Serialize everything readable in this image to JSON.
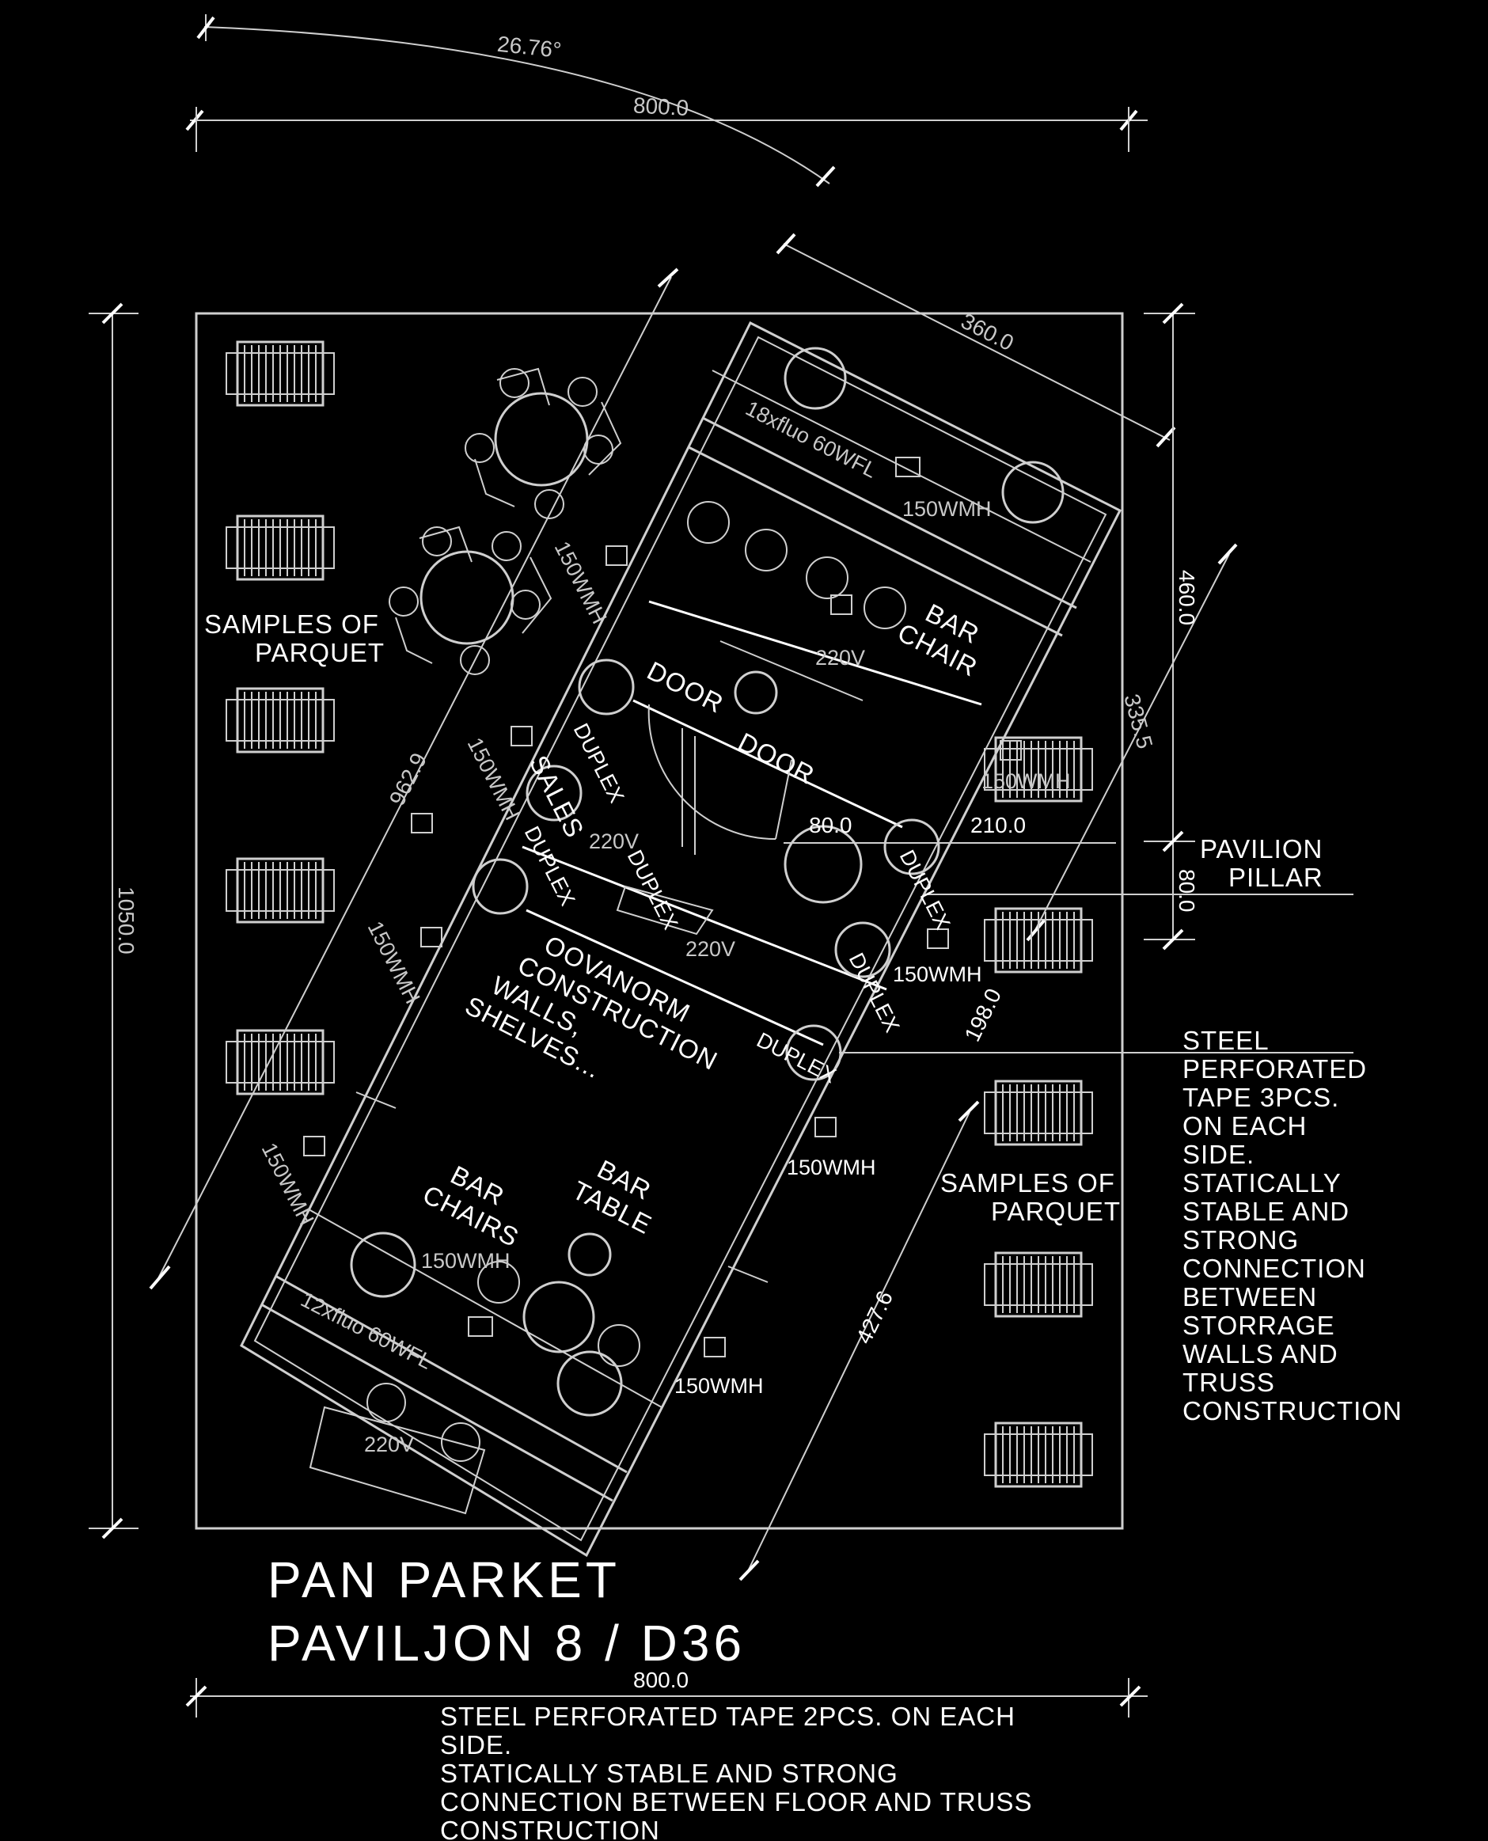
{
  "dimensions": {
    "angle": "26.76°",
    "top_width": "800.0",
    "bottom_width": "800.0",
    "left_height": "1050.0",
    "diag_long": "962.9",
    "pav_width": "360.0",
    "right_460": "460.0",
    "right_335": "335.5",
    "pillar_80_h": "80.0",
    "pillar_80_v": "80.0",
    "pillar_210": "210.0",
    "d_198": "198.0",
    "d_427": "427.6"
  },
  "labels": {
    "samples_left": [
      "SAMPLES OF",
      "PARQUET"
    ],
    "samples_right": [
      "SAMPLES OF",
      "PARQUET"
    ],
    "pavilion_pillar": [
      "PAVILION",
      "PILLAR"
    ],
    "steel_right": [
      "STEEL",
      "PERFORATED",
      "TAPE 3PCS.",
      "ON EACH",
      "SIDE.",
      "STATICALLY",
      "STABLE AND",
      "STRONG",
      "CONNECTION",
      "BETWEEN",
      "STORRAGE",
      "WALLS AND",
      "TRUSS",
      "CONSTRUCTION"
    ],
    "steel_bottom": [
      "STEEL PERFORATED TAPE 2PCS. ON EACH",
      "SIDE.",
      "STATICALLY STABLE AND STRONG",
      "CONNECTION BETWEEN FLOOR AND TRUSS",
      "CONSTRUCTION"
    ],
    "title": [
      "PAN PARKET",
      "PAVILJON 8 / D36"
    ],
    "bar_chair": [
      "BAR",
      "CHAIR"
    ],
    "door_1": "DOOR",
    "door_2": "DOOR",
    "bar_chairs": [
      "BAR",
      "CHAIRS"
    ],
    "bar_table": [
      "BAR",
      "TABLE"
    ],
    "storage": [
      "OOVANORM",
      "CONSTRUCTION",
      "WALLS,",
      "SHELVES..."
    ],
    "sales": "SALES",
    "light_top": "18xfluo 60WFL",
    "light_bottom": "12xfluo 60WFL",
    "wmh_150": "150WMH",
    "v220": "220V",
    "duplex": "DUPLEX"
  }
}
